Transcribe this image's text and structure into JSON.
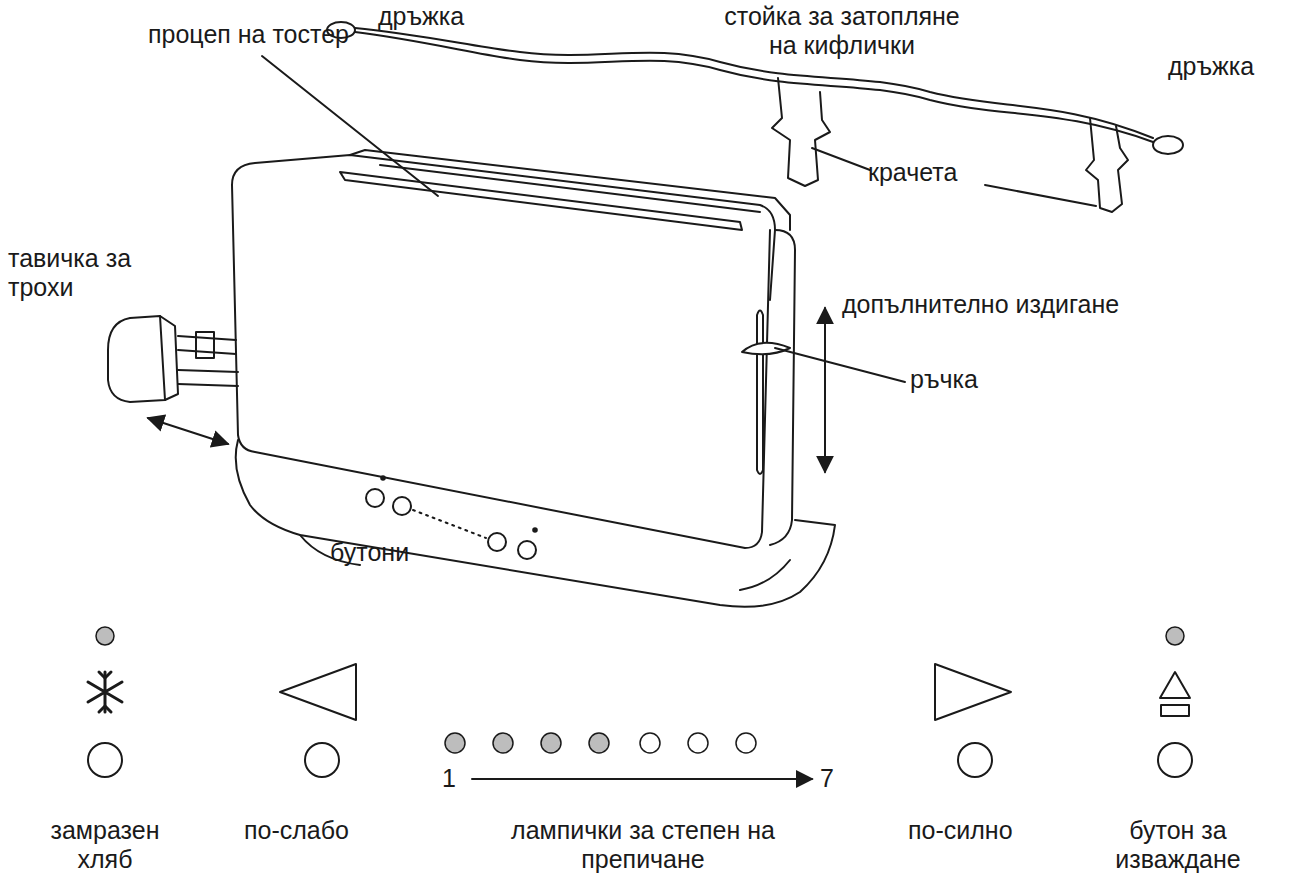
{
  "diagram": {
    "labels": [
      "процеп на тостер",
      "дръжка",
      "стойка за затопляне на кифлички",
      "дръжка",
      "крачета",
      "тавичка за трохи",
      "допълнително издигане",
      "ръчка",
      "бутони",
      "замразен хляб",
      "по-слабо",
      "1",
      "7",
      "лампички за степен на препичане",
      "по-силно",
      "бутон за изваждане"
    ]
  }
}
